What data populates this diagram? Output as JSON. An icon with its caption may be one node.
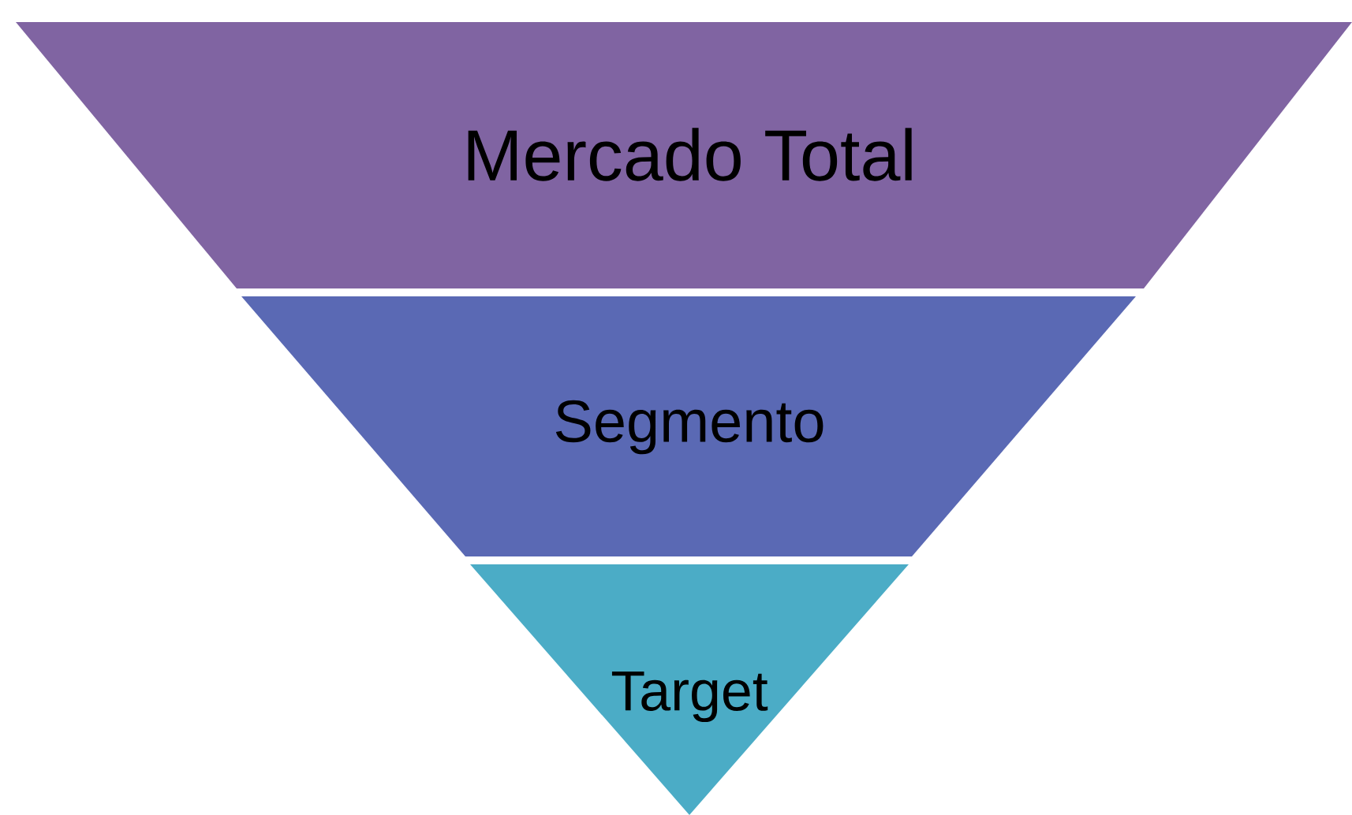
{
  "diagram": {
    "nodes": [
      {
        "text": [
          "Mercado Total"
        ]
      },
      {
        "text": [
          "Segmento"
        ]
      },
      {
        "text": [
          "Target"
        ]
      }
    ]
  }
}
